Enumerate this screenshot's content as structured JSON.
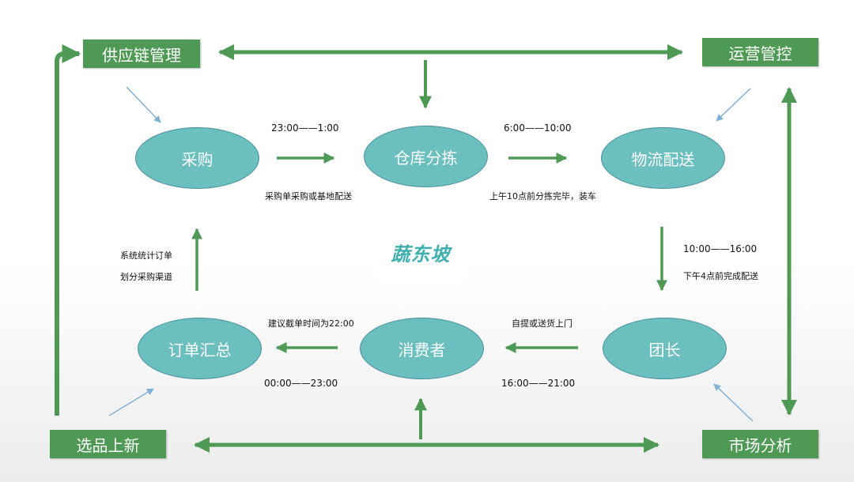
{
  "boxes": {
    "supply_chain": "供应链管理",
    "operations": "运营管控",
    "product_selection": "选品上新",
    "market_analysis": "市场分析"
  },
  "nodes": {
    "purchase": "采购",
    "warehouse": "仓库分拣",
    "logistics": "物流配送",
    "order_summary": "订单汇总",
    "consumer": "消费者",
    "group_leader": "团长"
  },
  "labels": {
    "purchase_time": "23:00——1:00",
    "purchase_note": "采购单采购或基地配送",
    "warehouse_time": "6:00——10:00",
    "warehouse_note": "上午10点前分拣完毕，装车",
    "logistics_time": "10:00——16:00",
    "logistics_note": "下午4点前完成配送",
    "leader_note": "自提或送货上门",
    "leader_time": "16:00——21:00",
    "consumer_note": "建议截单时间为22:00",
    "consumer_time": "00:00——23:00",
    "order_note_1": "系统统计订单",
    "order_note_2": "划分采购渠道"
  },
  "logo": {
    "text": "蔬东坡"
  },
  "colors": {
    "box_green": "#4e9a55",
    "node_teal": "#6bbfbf",
    "arrow_green": "#4e9a55",
    "arrow_blue": "#7fb0d8",
    "logo_teal": "#3fb0b0"
  }
}
